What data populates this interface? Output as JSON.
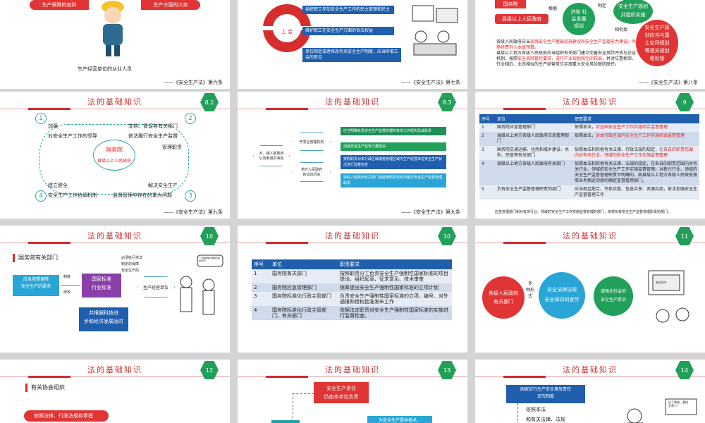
{
  "colors": {
    "accent_red": "#d12c2c",
    "teal": "#2aa6a6",
    "green": "#22a05a",
    "blue": "#1f5fad"
  },
  "slide_title": "法的基础知识",
  "row0": {
    "s1": {
      "pill1": "生产保障的权利",
      "pill2": "生产方面的义务",
      "caption": "生产经营单位的从业人员",
      "footer": "——《安全生产法》第六条"
    },
    "s2": {
      "logo_text": "工 会",
      "rows": [
        "组织职工参加安全生产工作的民主管理和民主",
        "维护职工在安全生产方面的合法权益",
        "单位制定或者修改有关安全生产制度，应当听取工会的意见"
      ],
      "footer": "——《安全生产法》第七条"
    },
    "s3": {
      "tag": "国务院",
      "gov": "县级以上人民政府",
      "arrow1": "根据",
      "mid": [
        "济和 社",
        "会发展",
        "规划"
      ],
      "arrow2": "制定",
      "plan": [
        "安全生产规划",
        "并组织实施"
      ],
      "relate": "相衔接",
      "plan2": [
        "安全生产规",
        "划应当与国",
        "土空间规划",
        "等相关规划",
        "相衔接"
      ],
      "para1_a": "各级人民政府应当",
      "para1_b": "加强安全生产基础设施建设和安全生产监管能力建设，所需经费列入本级预算。",
      "para2_a": "县级以上地方各级人民政府应当组织有关部门建立完善安全风险评估与论证机制，按照",
      "para2_b": "安全风险管控要求，进行产业规划和空间布局",
      "para2_c": "，并对位置相邻、行业相近、业态相似的生产经营单位实施重大安全风险联防联控。",
      "footer": "——《安全生产法》第八条"
    }
  },
  "row1": {
    "s1": {
      "page": "8.2",
      "n1": "1",
      "n2": "2",
      "n3": "3",
      "n4": "4",
      "t1a": "加强",
      "t1b": "对安全生产工作的领导",
      "t2a": "支持、督促各有关部门",
      "t2b": "依法履行安全生产监督",
      "t2c": "管理职责",
      "center1": "国务院",
      "center2": "县级以上人民政府",
      "t4a": "建立健全",
      "t4b": "安全生产工作协调机制",
      "t3a": "解决安全生产",
      "t3b": "监督管理中存在的重大问题",
      "footer": "——《安全生产法》第九条"
    },
    "s2": {
      "page": "8.3",
      "hexa": [
        "乡、镇人民政府",
        "以及街道办事处"
      ],
      "hex_top": "开发区管理机构",
      "hex_bot": [
        "地方人民政府",
        "的派出机关"
      ],
      "b1": "应当明确负责安全生产监督管理的有关工作机构及其职责",
      "b2": "加强安全生产监管力量建设",
      "b3": "按照职责对本行政区域或者管理区域内生产经营单位安全生产状况进行监督检查",
      "b4": "协助人民政府有关部门或者按照授权依法履行安全生产监督管理职责",
      "footer": "——《安全生产法》第九条"
    },
    "s3": {
      "page": "9",
      "headers": [
        "序号",
        "单位",
        "职责要求"
      ],
      "rows": [
        {
          "no": "1",
          "unit": "国务院应急管理部门",
          "a": "依照本法，",
          "b": "对全国安全生产工作实施综合监督管理",
          "c": ""
        },
        {
          "no": "2",
          "unit": "县级以上地方各级人民政府应急管理部门",
          "a": "依照本法，",
          "b": "对本行政区域内安全生产工作实施综合监督管理",
          "c": ""
        },
        {
          "no": "3",
          "unit": "国务院交通运输、住房和城乡建设、水利、民航等有关部门",
          "a": "依照本法和其他有关法律、行政法规的规定，",
          "b": "在各自的职责范围内对有关行业、领域的安全生产工作实施监督管理",
          "c": ""
        },
        {
          "no": "4",
          "unit": "县级以上地方各级人民政府有关部门",
          "a": "依照本法和其他有关法律、法规的规定，在各自的职责范围内对有关行业、领域的安全生产工作实施监督管理。对新兴行业、领域的安全生产监督管理职责不明确的，由县级以上地方各级人民政府按照业务相近的原则确定监督管理部门。",
          "b": "",
          "c": ""
        },
        {
          "no": "5",
          "unit": "负有安全生产监督管理职责的部门",
          "a": "应当相互配合、齐抓共管、信息共享、资源共用，依法加强安全生产监督管理工作",
          "b": "",
          "c": ""
        }
      ],
      "note": "应急管理部门和对有关行业、领域的安全生产工作实施监督管理的部门，统称负有安全生产监督管理职责的部门。"
    }
  },
  "row2": {
    "s1": {
      "page": "10",
      "section": "国务院有关部门",
      "left": [
        "应急按照保障",
        "安全生产的要求"
      ],
      "arrow1": "制度",
      "arrow1b": "修改",
      "mid": [
        "国家标准",
        "行业标准"
      ],
      "top": [
        "必须执行依法",
        "制定的保障",
        "安全生产的"
      ],
      "hex": "生产经营单位",
      "bottom": [
        "并根据科技进",
        "步和经济发展适时"
      ],
      "bubble": "一定要按照标准规定操作生产!"
    },
    "s2": {
      "page": "10",
      "headers": [
        "序号",
        "单位",
        "职责要求"
      ],
      "rows": [
        {
          "no": "1",
          "unit": "国务院有关部门",
          "req": "按照职责分工负责安全生产强制性国家标准的项目提出、组织起草、征求意见、技术审查"
        },
        {
          "no": "2",
          "unit": "国务院应急管理部门",
          "req": "统筹提出安全生产强制性国家标准的立项计划"
        },
        {
          "no": "3",
          "unit": "国务院标准化行政主管部门",
          "req": "负责安全生产强制性国家标准的立项、编号、对外通报和授权批准发布工作"
        },
        {
          "no": "4",
          "unit": "国务院标准化行政主管部门、有关部门",
          "req": "依据法定职责对安全生产强制性国家标准的实施进行监督检查。"
        }
      ]
    },
    "s3": {
      "page": "11",
      "left": [
        "各级人民政府",
        "有关部门"
      ],
      "forms": [
        "多",
        "种形",
        "式"
      ],
      "mid": [
        "安全法律法规",
        "安全知识的宣传"
      ],
      "right": [
        "增强全社会的",
        "安全生产意识"
      ],
      "tv": "安全生产"
    }
  },
  "row3": {
    "s1": {
      "page": "12",
      "section": "有关协会组织",
      "bar": "依照法律、行政法规和章程"
    },
    "s2": {
      "page": "13",
      "top": [
        "安全生产责任",
        "仍由本单位负责"
      ],
      "right": "为安全生产提供技术、"
    },
    "s3": {
      "page": "14",
      "title": [
        "国家实行生产安全事故责任",
        "追究制度"
      ],
      "t1": "依照本法",
      "t2": "和有关法律、法规",
      "bubble": [
        "出了事故，要找",
        "负责人!"
      ]
    }
  }
}
